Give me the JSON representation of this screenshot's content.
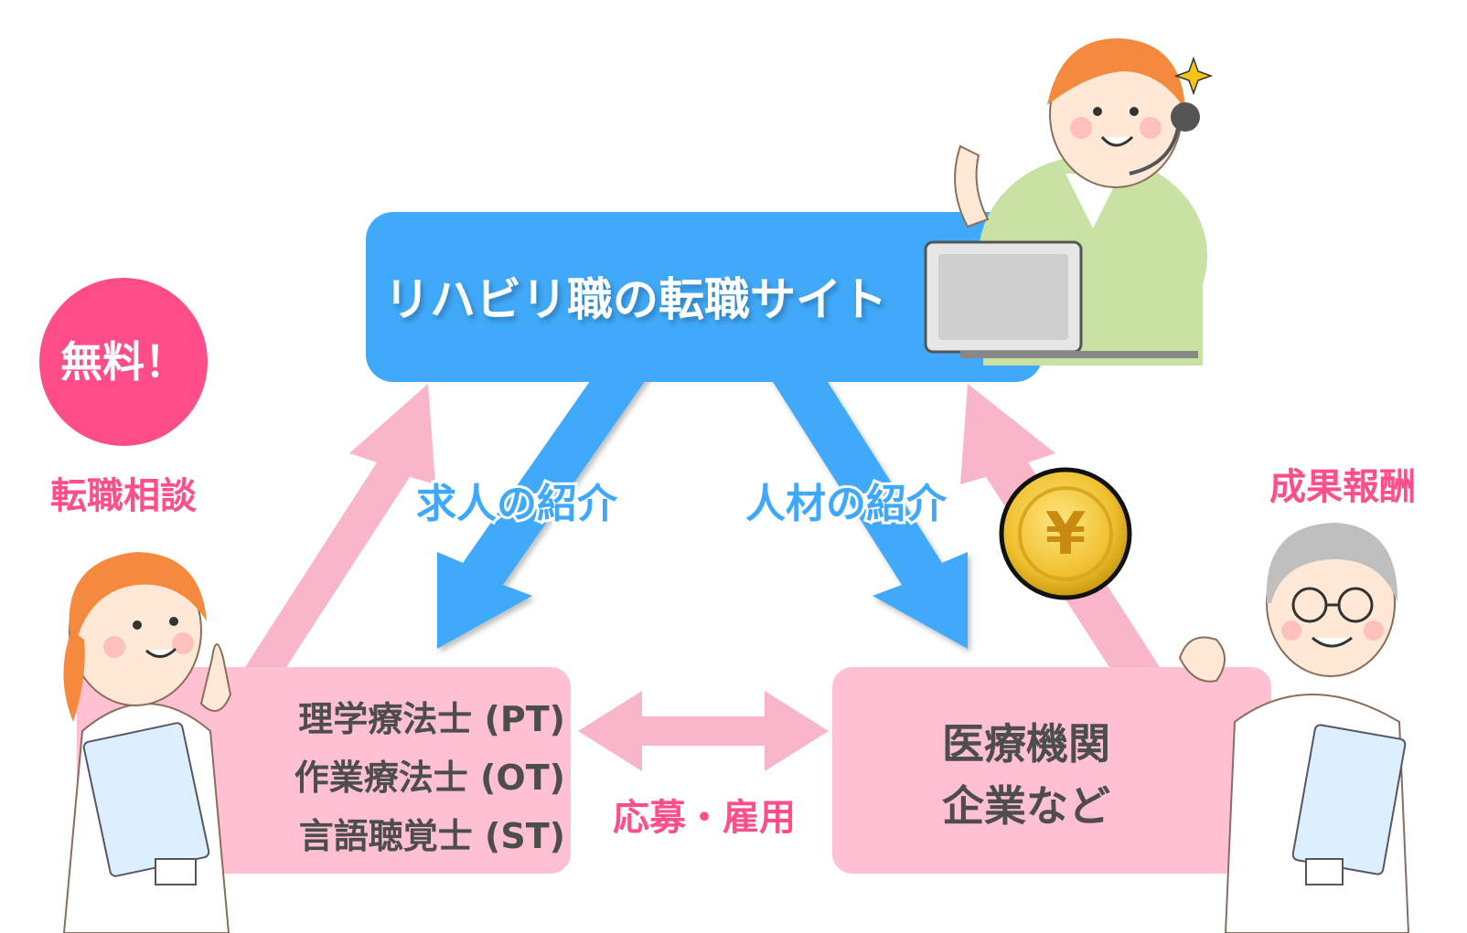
{
  "site_box": {
    "title": "リハビリ職の転職サイト"
  },
  "badge": {
    "label": "無料！"
  },
  "labels": {
    "consult": "転職相談",
    "reward": "成果報酬",
    "job_intro": "求人の紹介",
    "talent_intro": "人材の紹介",
    "apply_hire": "応募・雇用"
  },
  "left_box": {
    "lines": [
      "理学療法士 (PT)",
      "作業療法士 (OT)",
      "言語聴覚士 (ST)"
    ]
  },
  "right_box": {
    "lines": [
      "医療機関",
      "企業など"
    ]
  },
  "coin": {
    "symbol": "¥"
  },
  "colors": {
    "site_blue": "#40a9f9",
    "pink_arrow": "#f9b6c9",
    "pink_box": "#ffc0d1",
    "badge_pink": "#ff4d8a",
    "label_pink": "#ff4f8b",
    "coin_gold": "#f1c232"
  }
}
